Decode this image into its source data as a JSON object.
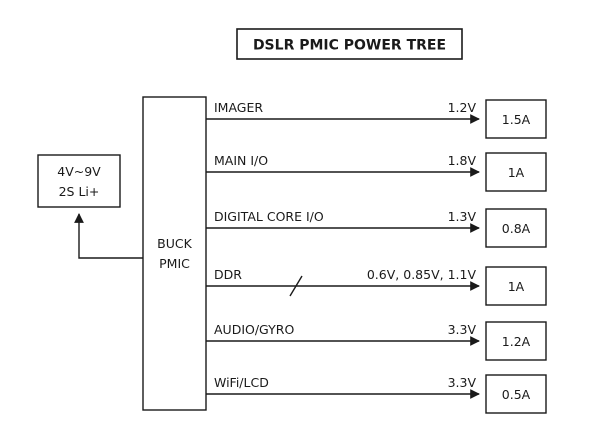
{
  "title": "DSLR PMIC POWER TREE",
  "source": {
    "line1": "4V~9V",
    "line2": "2S Li+"
  },
  "pmic": {
    "line1": "BUCK",
    "line2": "PMIC"
  },
  "rails": [
    {
      "name": "IMAGER",
      "voltage": "1.2V",
      "current": "1.5A",
      "multi": false
    },
    {
      "name": "MAIN I/O",
      "voltage": "1.8V",
      "current": "1A",
      "multi": false
    },
    {
      "name": "DIGITAL CORE I/O",
      "voltage": "1.3V",
      "current": "0.8A",
      "multi": false
    },
    {
      "name": "DDR",
      "voltage": "0.6V, 0.85V, 1.1V",
      "current": "1A",
      "multi": true
    },
    {
      "name": "AUDIO/GYRO",
      "voltage": "3.3V",
      "current": "1.2A",
      "multi": false
    },
    {
      "name": "WiFi/LCD",
      "voltage": "3.3V",
      "current": "0.5A",
      "multi": false
    }
  ]
}
